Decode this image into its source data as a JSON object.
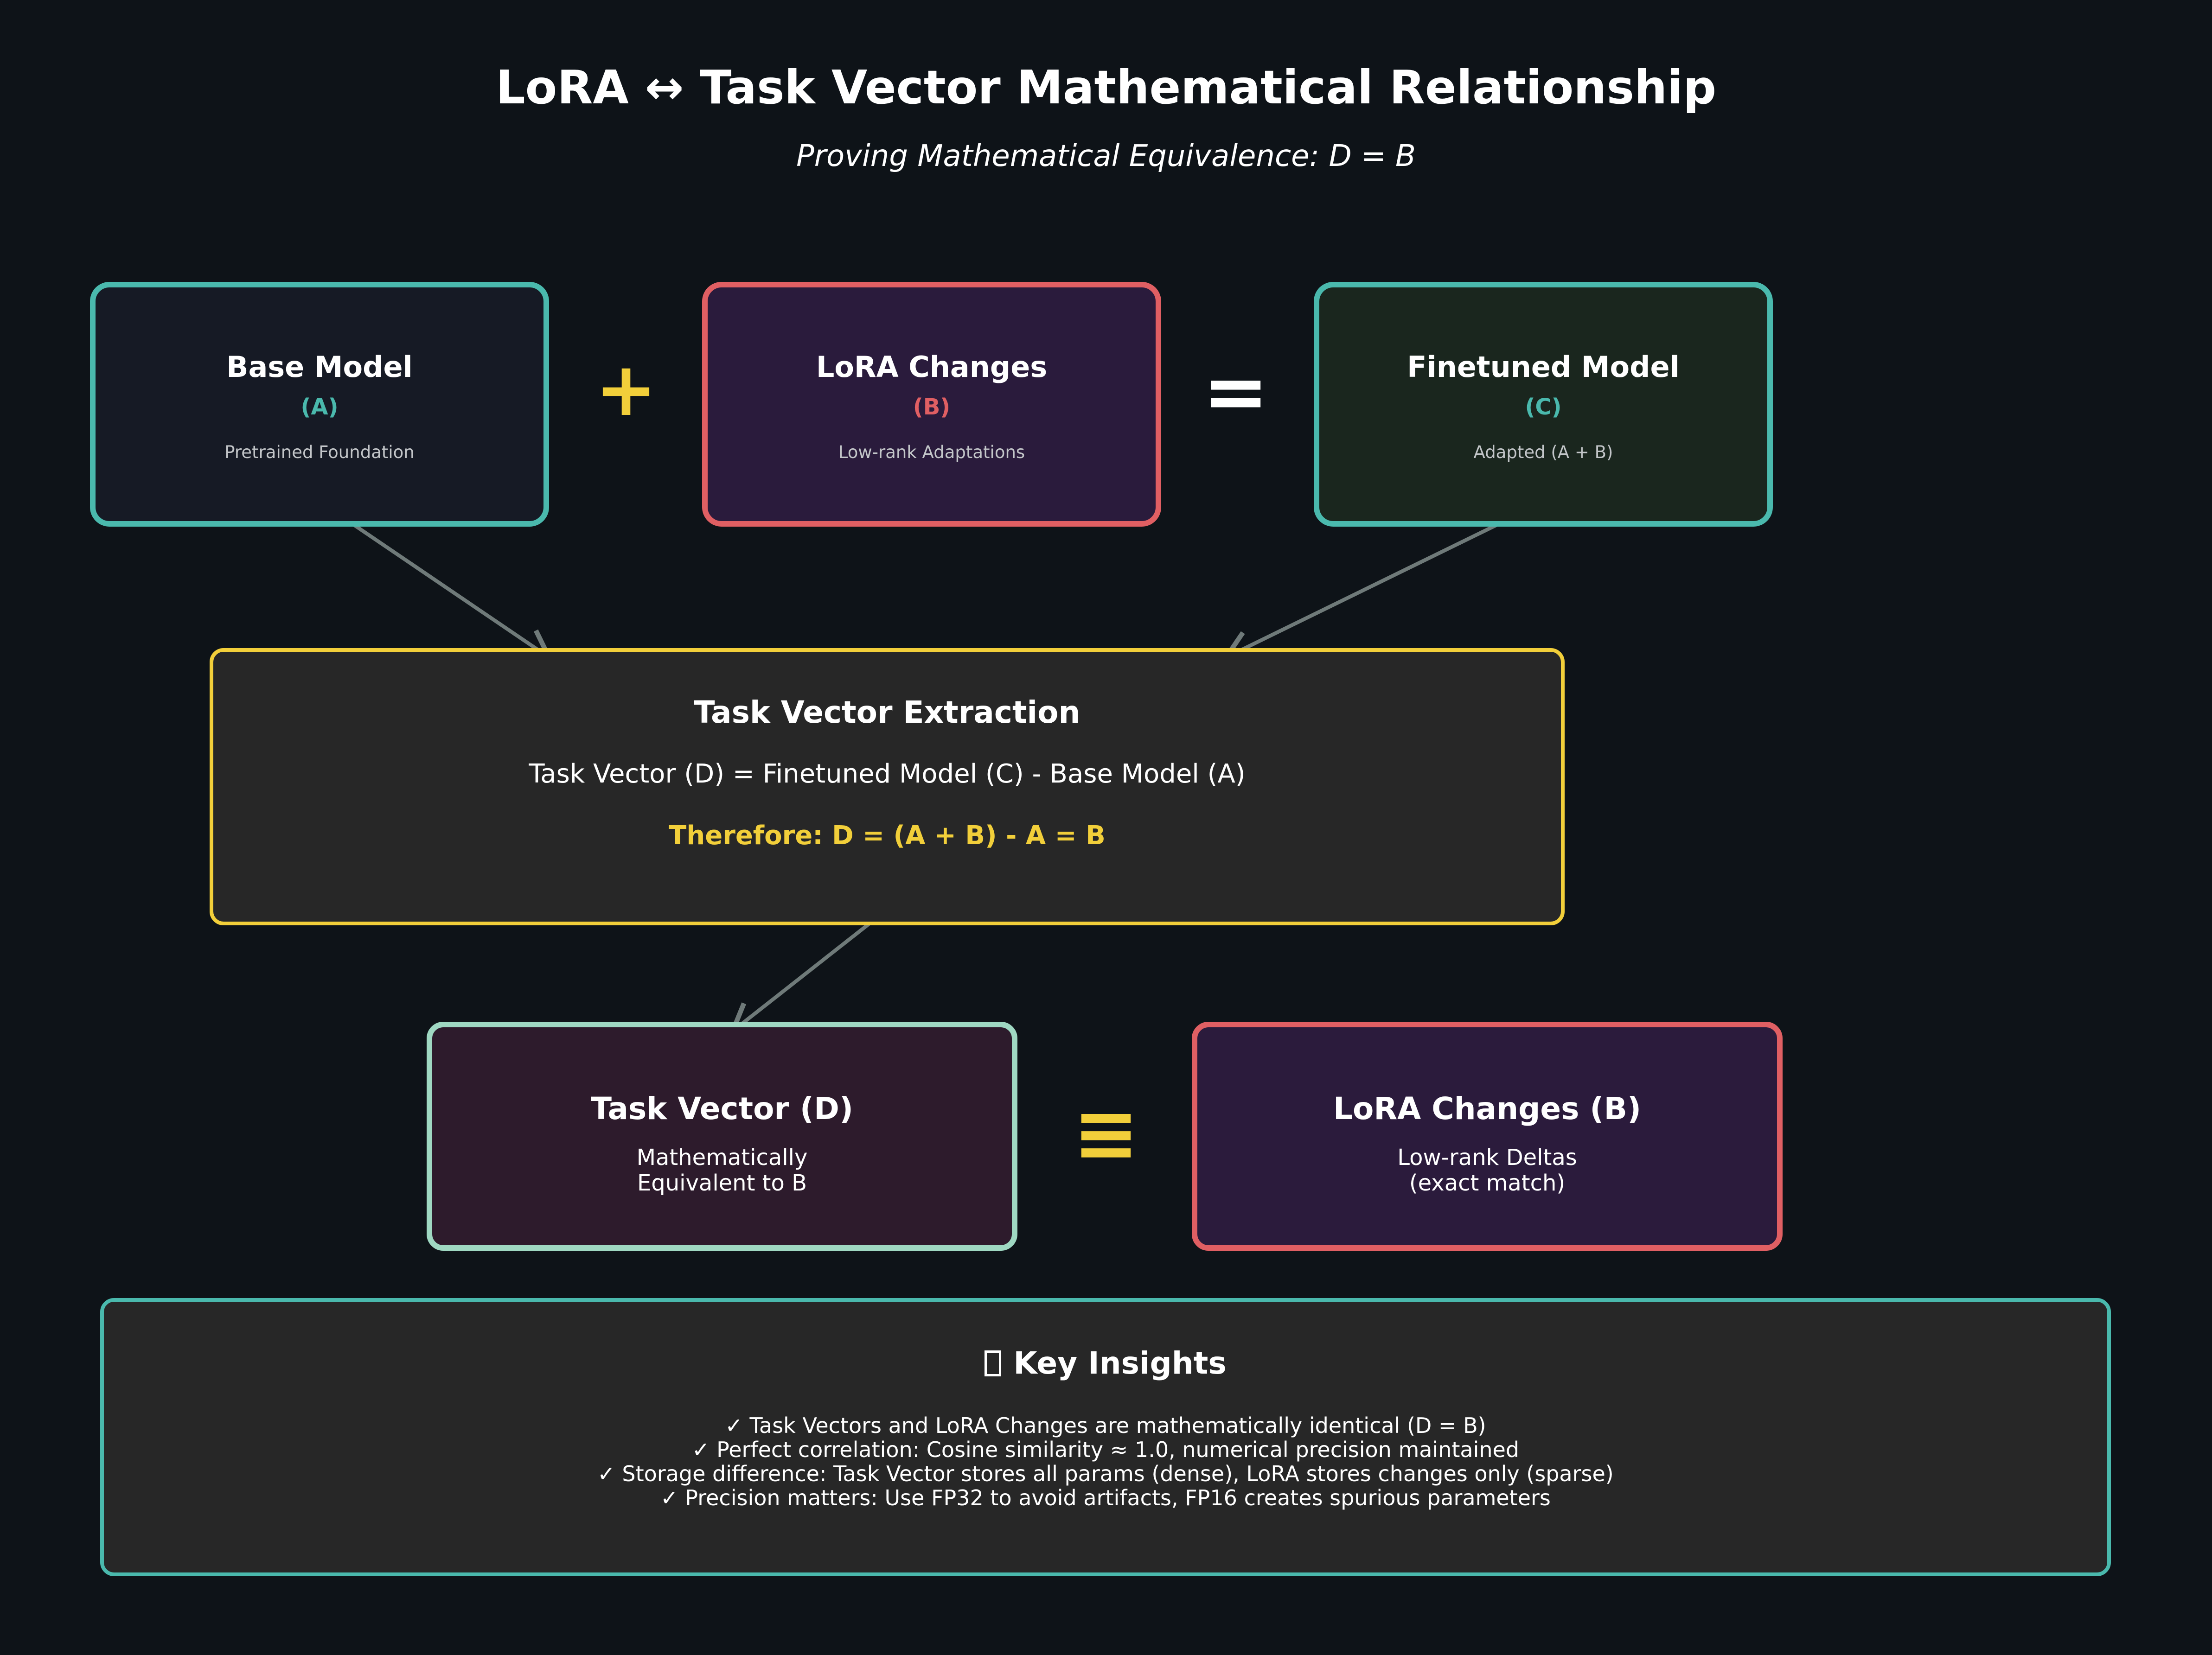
{
  "title": "LoRA ↔ Task Vector Mathematical Relationship",
  "subtitle": "Proving Mathematical Equivalence: D = B",
  "colors": {
    "background": "#0e1318",
    "teal": "#4ab9ad",
    "red": "#e05f63",
    "yellow": "#f2cf3a",
    "mint": "#9fd8c2",
    "arrow": "#6f7a79"
  },
  "top_row": {
    "base": {
      "name": "Base Model",
      "tag": "(A)",
      "desc": "Pretrained Foundation"
    },
    "plus": "+",
    "lora": {
      "name": "LoRA Changes",
      "tag": "(B)",
      "desc": "Low-rank Adaptations"
    },
    "equals": "=",
    "finetuned": {
      "name": "Finetuned Model",
      "tag": "(C)",
      "desc": "Adapted (A + B)"
    }
  },
  "extraction": {
    "title": "Task Vector Extraction",
    "formula": "Task Vector (D) = Finetuned Model (C) - Base Model (A)",
    "therefore": "Therefore: D = (A + B) - A = B"
  },
  "bottom_row": {
    "task_vector": {
      "name": "Task Vector (D)",
      "desc_line1": "Mathematically",
      "desc_line2": "Equivalent to B"
    },
    "equiv": "≡",
    "lora": {
      "name": "LoRA Changes (B)",
      "desc_line1": "Low-rank Deltas",
      "desc_line2": "(exact match)"
    }
  },
  "insights": {
    "title": "Key Insights",
    "icon": "lightbulb-icon",
    "items": [
      "✓ Task Vectors and LoRA Changes are mathematically identical (D = B)",
      "✓ Perfect correlation: Cosine similarity ≈ 1.0, numerical precision maintained",
      "✓ Storage difference: Task Vector stores all params (dense), LoRA stores changes only (sparse)",
      "✓ Precision matters: Use FP32 to avoid artifacts, FP16 creates spurious parameters"
    ]
  }
}
